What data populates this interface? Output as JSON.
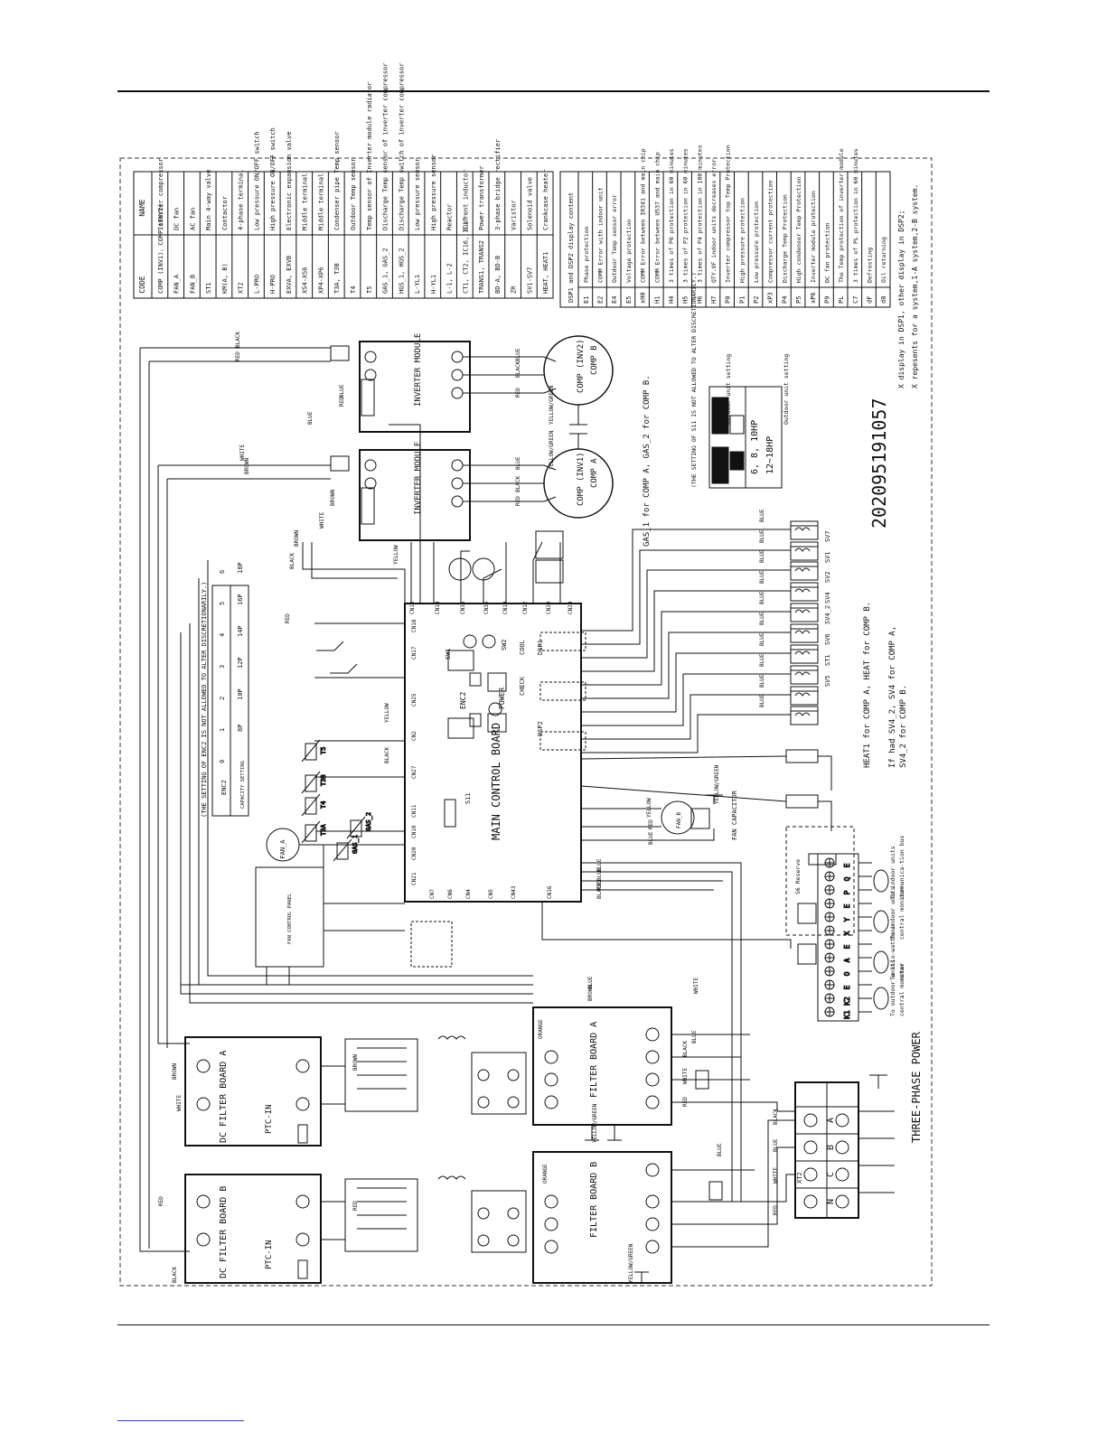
{
  "diagram": {
    "serial": "202095191057",
    "power_label": "THREE-PHASE POWER",
    "main_board": "MAIN CONTROL BOARD",
    "enc2": "ENC2",
    "power": "POWER",
    "sw_labels": [
      "COOL",
      "CHECK",
      "SW1",
      "SW2",
      "DSP1",
      "DSP2"
    ],
    "s11": "S11",
    "inverter_module": "INVERTER MODULE",
    "comp_a_label": "COMP (INV1)",
    "comp_a": "COMP A",
    "comp_b_label": "COMP (INV2)",
    "comp_b": "COMP B",
    "gas_note": "GAS_1 for COMP A, GAS_2 for COMP B.",
    "heat_note": "HEAT1 for COMP A, HEAT for COMP B.",
    "sv_note_1": "If had SV4_2, SV4 for COMP A,",
    "sv_note_2": "SV4_2 for COMP B.",
    "enc2_note": "(THE SETTING OF ENC2 IS NOT ALLOWED TO ALTER DISCRETIONARILY.)",
    "enc2_table": {
      "row1_label": "ENC2",
      "row2_label": "CAPACITY SETTING",
      "positions": [
        "0",
        "1",
        "2",
        "3",
        "4",
        "5",
        "6"
      ],
      "capacities": [
        "8P",
        "10P",
        "12P",
        "14P",
        "16P",
        "18P"
      ]
    },
    "s11_note": "(THE SETTING OF S11 IS NOT ALLOWED TO ALTER DISCRETIONARILY.)",
    "s11_setting_1": "6, 8, 10HP",
    "s11_setting_2": "12~18HP",
    "outdoor_setting": "Outdoor unit setting",
    "dc_filter_a": "DC FILTER BOARD A",
    "dc_filter_b": "DC FILTER BOARD B",
    "filter_a": "FILTER BOARD A",
    "filter_b": "FILTER BOARD B",
    "fan_a": "FAN_A",
    "fan_b": "FAN_B",
    "fan_control_panel": "FAN CONTROL PANEL",
    "fan_capacitor": "FAN CAPACITOR",
    "ptc": "PTC-IN",
    "s6_reserve": "S6 Reserve",
    "terminals": [
      "K1",
      "K2",
      "E",
      "O",
      "A",
      "E",
      "X",
      "Y",
      "E",
      "P",
      "Q",
      "E"
    ],
    "terminal_notes": [
      "To outdoor units central monitor",
      "To kilo-watthour meter",
      "To indoor units central monitor",
      "To indoor units communica-tion bus"
    ],
    "sv_labels": [
      "SV7",
      "SV1",
      "SV2",
      "SV4",
      "SV4_2",
      "SV6",
      "ST1",
      "SV5"
    ],
    "phase": [
      "A",
      "B",
      "C",
      "N"
    ],
    "xt2": "XT2",
    "wire_colors": [
      "RED",
      "BLACK",
      "BLUE",
      "WHITE",
      "BROWN",
      "YELLOW",
      "ORANGE",
      "YELLOW/GREEN"
    ],
    "connectors": [
      "CN13",
      "CN14",
      "CN36",
      "CN35",
      "CN19",
      "CN12",
      "CN30",
      "CN29",
      "CN18",
      "CN17",
      "CN25",
      "CN2",
      "CN27",
      "CN11",
      "CN10",
      "CN20",
      "CN21",
      "CN7",
      "CN6",
      "CN4",
      "CN5",
      "CN43",
      "CN16"
    ]
  },
  "code_table": {
    "headers": [
      "CODE",
      "NAME"
    ],
    "rows": [
      [
        "COMP (INV1)、COMP (INV2)",
        "Inverter compressor"
      ],
      [
        "FAN_A",
        "DC fan"
      ],
      [
        "FAN_B",
        "AC fan"
      ],
      [
        "ST1",
        "Main 4-way valve"
      ],
      [
        "KM(A, B)",
        "Contactor"
      ],
      [
        "XT2",
        "4-phase terminal"
      ],
      [
        "L-PRO",
        "Low pressure ON/OFF switch"
      ],
      [
        "H-PRO",
        "High pressure ON/OFF switch"
      ],
      [
        "EXVA, EXVB",
        "Electronic expansion valve"
      ],
      [
        "XS4-XS6",
        "Middle terminal"
      ],
      [
        "XP4-XP6",
        "Middle terminal"
      ],
      [
        "T3A, T3B",
        "Condenser pipe Temp sensor"
      ],
      [
        "T4",
        "Outdoor Temp sensor"
      ],
      [
        "T5",
        "Temp sensor of Inverter module radiator"
      ],
      [
        "GAS_1, GAS_2",
        "Discharge Temp sensor of inverter compressor"
      ],
      [
        "HGS_1, HGS_2",
        "Discharge Temp switch of inverter compressor"
      ],
      [
        "L-YL1",
        "Low pressure sensor"
      ],
      [
        "H-YL1",
        "High pressure sensor"
      ],
      [
        "L-1, L-2",
        "Reactor"
      ],
      [
        "CT1, CT2, IC16, IC17",
        "Current inductor"
      ],
      [
        "TRANS1, TRANS2",
        "Power transformer"
      ],
      [
        "BD-A, BD-B",
        "3-phase bridge rectifier"
      ],
      [
        "ZR",
        "Varistor"
      ],
      [
        "SV1-SV7",
        "Solenoid valve"
      ],
      [
        "HEAT, HEAT1",
        "Crankcase heater"
      ]
    ]
  },
  "display_table": {
    "header": "DSP1 and DSP2 display content",
    "rows": [
      [
        "E1",
        "Phase protection"
      ],
      [
        "E2",
        "COMM Error with indoor unit"
      ],
      [
        "E4",
        "Outdoor Temp sensor error"
      ],
      [
        "E5",
        "Voltage protection"
      ],
      [
        "xH0",
        "COMM Error between IR341 and main chip"
      ],
      [
        "H1",
        "COMM Error between U537 and main chip"
      ],
      [
        "H4",
        "3 times of P6 protection in 60 minutes"
      ],
      [
        "H5",
        "3 times of P2 protection in 60 minutes"
      ],
      [
        "H6",
        "3 times of P4 protection in 100 minutes"
      ],
      [
        "H7",
        "QTY.OF indoor units decreases error"
      ],
      [
        "P0",
        "Inverter compressor top Temp Protection"
      ],
      [
        "P1",
        "High pressure protection"
      ],
      [
        "P2",
        "Low pressure protection"
      ],
      [
        "xP3",
        "Compressor current protection"
      ],
      [
        "P4",
        "Discharge Temp Protection"
      ],
      [
        "P5",
        "High condenser Temp Protection"
      ],
      [
        "xP6",
        "Inverter module protection"
      ],
      [
        "P9",
        "DC fan protection"
      ],
      [
        "PL",
        "The Temp protection of inverter module"
      ],
      [
        "C7",
        "3 times of PL protection in 60 minutes"
      ],
      [
        "dF",
        "Defrosting"
      ],
      [
        "d0",
        "Oil returning"
      ]
    ]
  },
  "notes": [
    "X display in DSP1, other display in DSP2;",
    "X repesents for a system,1-A system,2-B system."
  ]
}
